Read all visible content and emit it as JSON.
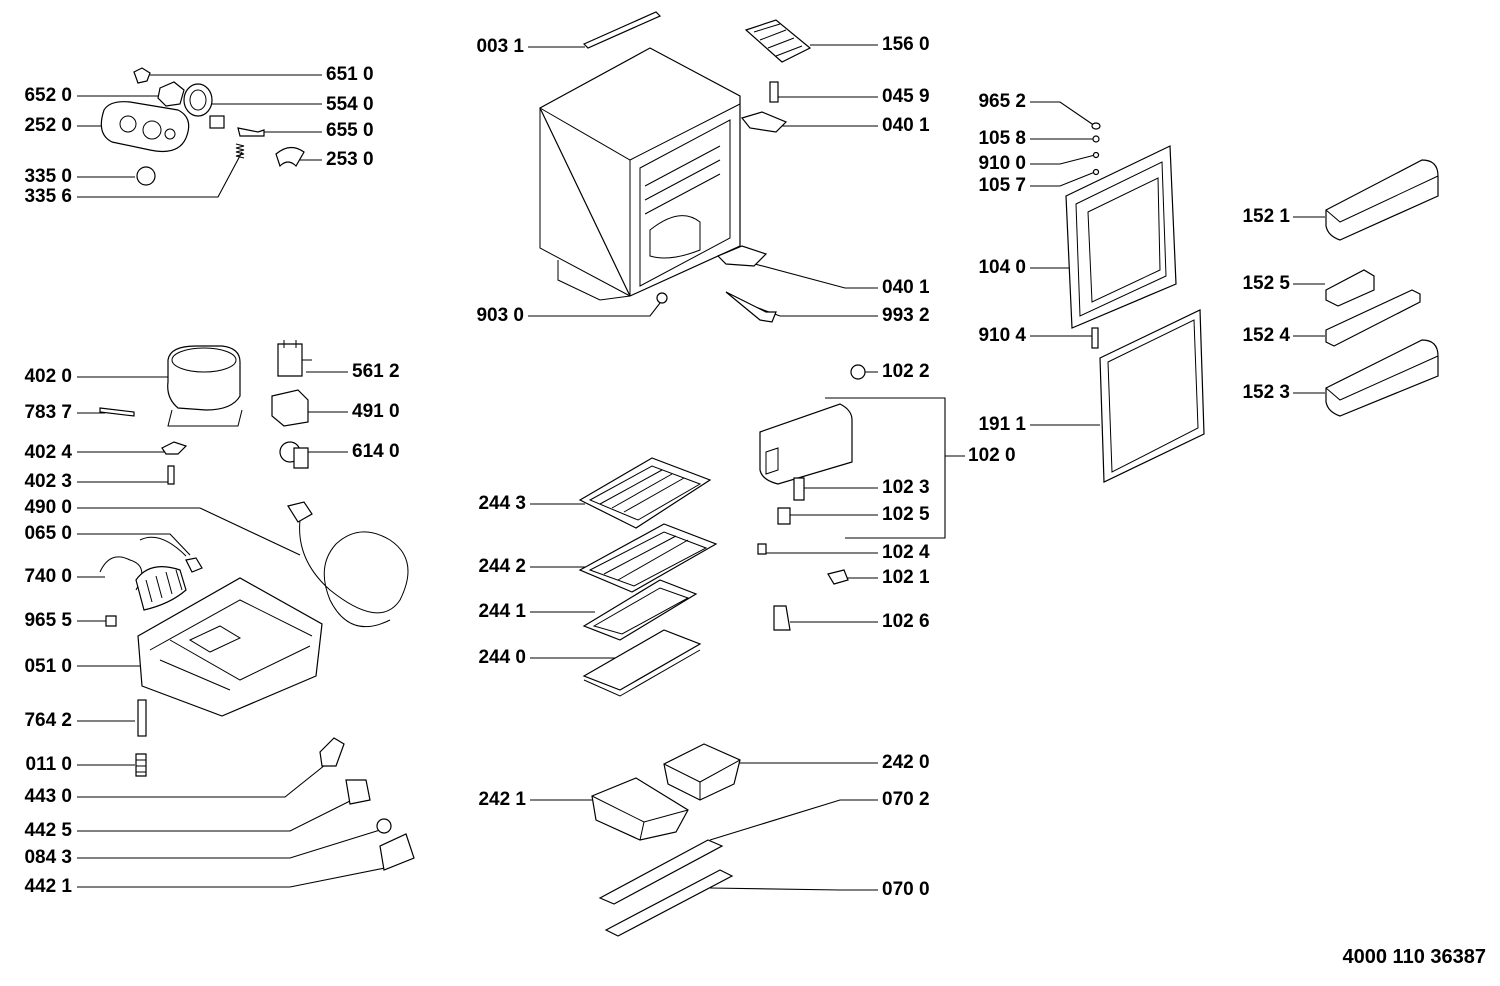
{
  "diagram": {
    "document_number": "4000 110 36387",
    "parts": [
      {
        "id": "p6510",
        "label": "651 0"
      },
      {
        "id": "p6520",
        "label": "652 0"
      },
      {
        "id": "p5540",
        "label": "554 0"
      },
      {
        "id": "p2520",
        "label": "252 0"
      },
      {
        "id": "p6550",
        "label": "655 0"
      },
      {
        "id": "p2530",
        "label": "253 0"
      },
      {
        "id": "p3350",
        "label": "335 0"
      },
      {
        "id": "p3356",
        "label": "335 6"
      },
      {
        "id": "p4020",
        "label": "402 0"
      },
      {
        "id": "p7837",
        "label": "783 7"
      },
      {
        "id": "p4024",
        "label": "402 4"
      },
      {
        "id": "p4023",
        "label": "402 3"
      },
      {
        "id": "p4900",
        "label": "490 0"
      },
      {
        "id": "p0650",
        "label": "065 0"
      },
      {
        "id": "p7400",
        "label": "740 0"
      },
      {
        "id": "p9655",
        "label": "965 5"
      },
      {
        "id": "p0510",
        "label": "051 0"
      },
      {
        "id": "p7642",
        "label": "764 2"
      },
      {
        "id": "p0110",
        "label": "011 0"
      },
      {
        "id": "p4430",
        "label": "443 0"
      },
      {
        "id": "p4425",
        "label": "442 5"
      },
      {
        "id": "p0843",
        "label": "084 3"
      },
      {
        "id": "p4421",
        "label": "442 1"
      },
      {
        "id": "p5612",
        "label": "561 2"
      },
      {
        "id": "p4910",
        "label": "491 0"
      },
      {
        "id": "p6140",
        "label": "614 0"
      },
      {
        "id": "p0031",
        "label": "003 1"
      },
      {
        "id": "p9030",
        "label": "903 0"
      },
      {
        "id": "p2443",
        "label": "244 3"
      },
      {
        "id": "p2442",
        "label": "244 2"
      },
      {
        "id": "p2441",
        "label": "244 1"
      },
      {
        "id": "p2440",
        "label": "244 0"
      },
      {
        "id": "p2421",
        "label": "242 1"
      },
      {
        "id": "p1560",
        "label": "156 0"
      },
      {
        "id": "p0459",
        "label": "045 9"
      },
      {
        "id": "p0401a",
        "label": "040 1"
      },
      {
        "id": "p0401b",
        "label": "040 1"
      },
      {
        "id": "p9932",
        "label": "993 2"
      },
      {
        "id": "p1022",
        "label": "102 2"
      },
      {
        "id": "p1020",
        "label": "102 0"
      },
      {
        "id": "p1023",
        "label": "102 3"
      },
      {
        "id": "p1025",
        "label": "102 5"
      },
      {
        "id": "p1024",
        "label": "102 4"
      },
      {
        "id": "p1021",
        "label": "102 1"
      },
      {
        "id": "p1026",
        "label": "102 6"
      },
      {
        "id": "p2420",
        "label": "242 0"
      },
      {
        "id": "p0702",
        "label": "070 2"
      },
      {
        "id": "p0700",
        "label": "070 0"
      },
      {
        "id": "p9652",
        "label": "965 2"
      },
      {
        "id": "p1058",
        "label": "105 8"
      },
      {
        "id": "p9100",
        "label": "910 0"
      },
      {
        "id": "p1057",
        "label": "105 7"
      },
      {
        "id": "p1040",
        "label": "104 0"
      },
      {
        "id": "p9104",
        "label": "910 4"
      },
      {
        "id": "p1911",
        "label": "191 1"
      },
      {
        "id": "p1521",
        "label": "152 1"
      },
      {
        "id": "p1525",
        "label": "152 5"
      },
      {
        "id": "p1524",
        "label": "152 4"
      },
      {
        "id": "p1523",
        "label": "152 3"
      }
    ]
  }
}
